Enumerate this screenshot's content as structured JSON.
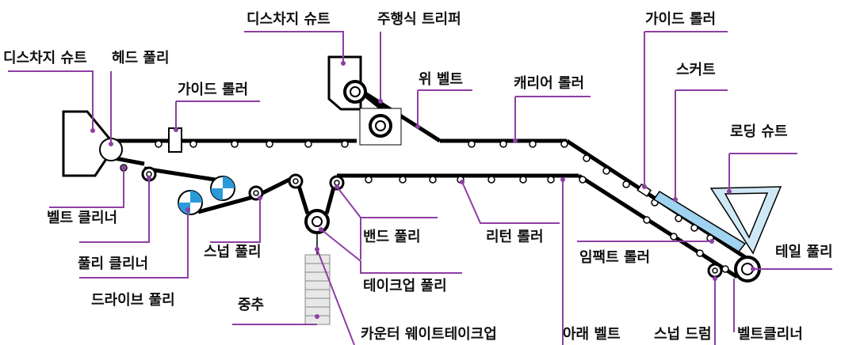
{
  "labels": {
    "discharge_chute_left": "디스차지 슈트",
    "head_pulley": "헤드 풀리",
    "discharge_chute_top": "디스차지 슈트",
    "tripper": "주행식 트리퍼",
    "guide_roller_top": "가이드 롤러",
    "guide_roller_left": "가이드 롤러",
    "upper_belt": "위 벨트",
    "carrier_roller": "캐리어 롤러",
    "skirt": "스커트",
    "loading_chute": "로딩 슈트",
    "belt_cleaner_left": "벨트 클리너",
    "pulley_cleaner": "풀리 클리너",
    "drive_pulley": "드라이브 풀리",
    "snub_pulley": "스넙 풀리",
    "counterweight": "중추",
    "bend_pulley": "밴드 풀리",
    "takeup_pulley": "테이크업 풀리",
    "counter_weight_takeup": "카운터 웨이트테이크업",
    "return_roller": "리턴 롤러",
    "impact_roller": "임팩트 롤러",
    "tail_pulley": "테일 풀리",
    "lower_belt": "아래 벨트",
    "snub_drum": "스넙 드럼",
    "belt_cleaner_right": "벨트클리너"
  },
  "colors": {
    "belt": "#000000",
    "leader": "#8e3fa4",
    "drive": "#2a9ad8",
    "skirt": "#9fd3ef",
    "text": "#111111"
  }
}
